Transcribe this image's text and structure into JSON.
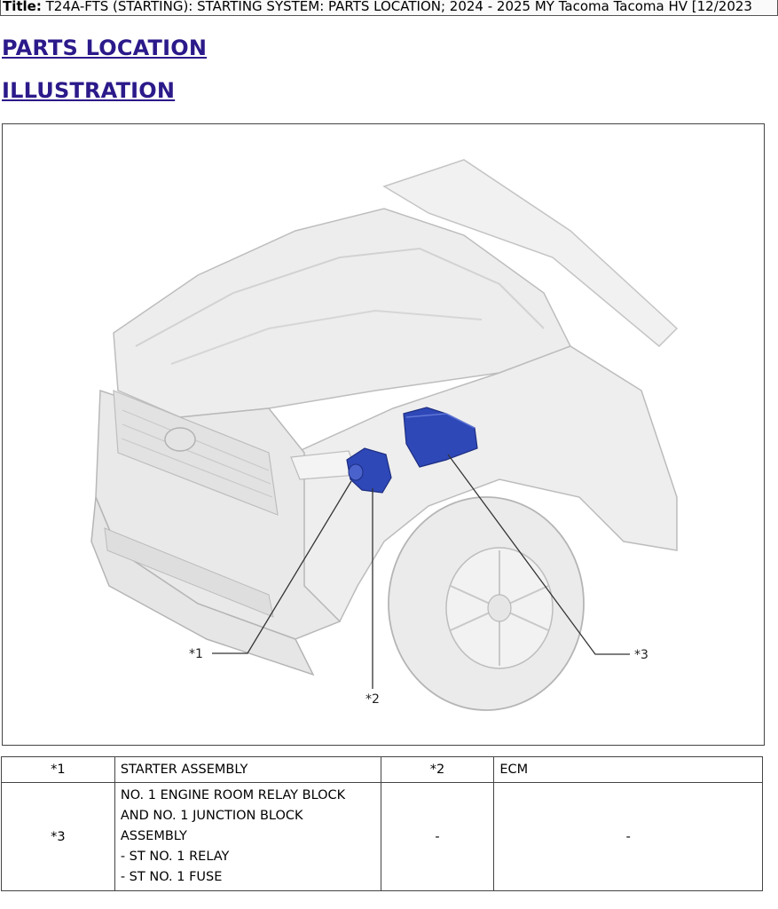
{
  "title_bar": {
    "label": "Title:",
    "text": "T24A-FTS (STARTING): STARTING SYSTEM: PARTS LOCATION; 2024 - 2025 MY Tacoma Tacoma HV [12/2023"
  },
  "headings": {
    "parts_location": "PARTS LOCATION",
    "illustration": "ILLUSTRATION"
  },
  "illustration": {
    "callouts": [
      "*1",
      "*2",
      "*3"
    ],
    "colors": {
      "highlight": "#2f48b8",
      "body": "#ececec",
      "outline": "#b9b9b9",
      "leader": "#333333"
    }
  },
  "parts_table": {
    "row1": {
      "code_a": "*1",
      "desc_a": "STARTER ASSEMBLY",
      "code_b": "*2",
      "desc_b": "ECM"
    },
    "row2": {
      "code_a": "*3",
      "desc_lines": [
        "NO. 1 ENGINE ROOM RELAY BLOCK",
        "AND NO. 1 JUNCTION BLOCK",
        "ASSEMBLY",
        "- ST NO. 1 RELAY",
        "- ST NO. 1 FUSE"
      ],
      "code_b": "-",
      "desc_b": "-"
    }
  }
}
